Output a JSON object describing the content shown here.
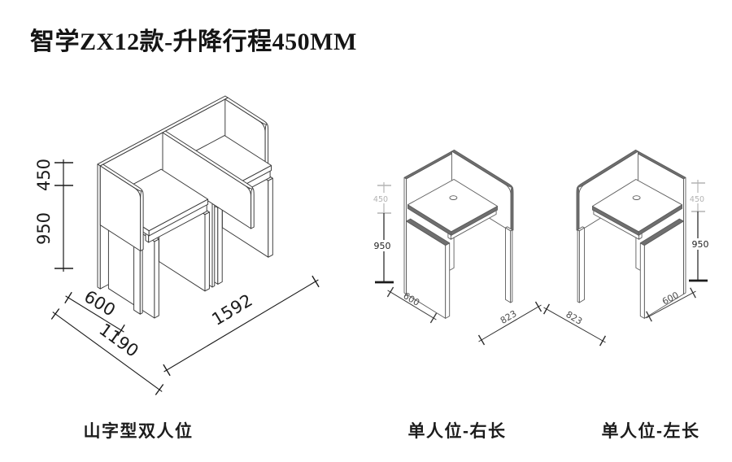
{
  "title": "智学ZX12款-升降行程450MM",
  "drawings": {
    "double": {
      "caption": "山字型双人位",
      "dims": {
        "lift": "450",
        "height": "950",
        "depth": "600",
        "width": "1190",
        "length": "1592"
      }
    },
    "single_right_long": {
      "caption": "单人位-右长",
      "dims": {
        "lift": "450",
        "height": "950",
        "depth": "600",
        "length": "823"
      }
    },
    "single_left_long": {
      "caption": "单人位-左长",
      "dims": {
        "lift": "450",
        "height": "950",
        "depth": "600",
        "length": "823"
      }
    }
  },
  "colors": {
    "background": "#ffffff",
    "line_dark": "#383838",
    "line_medium": "#5c5c5c",
    "panel_edge_dark": "#6f6f6f",
    "dim_black": "#1c1c1c",
    "dim_gray": "#b3b3b3",
    "text": "#151515"
  }
}
